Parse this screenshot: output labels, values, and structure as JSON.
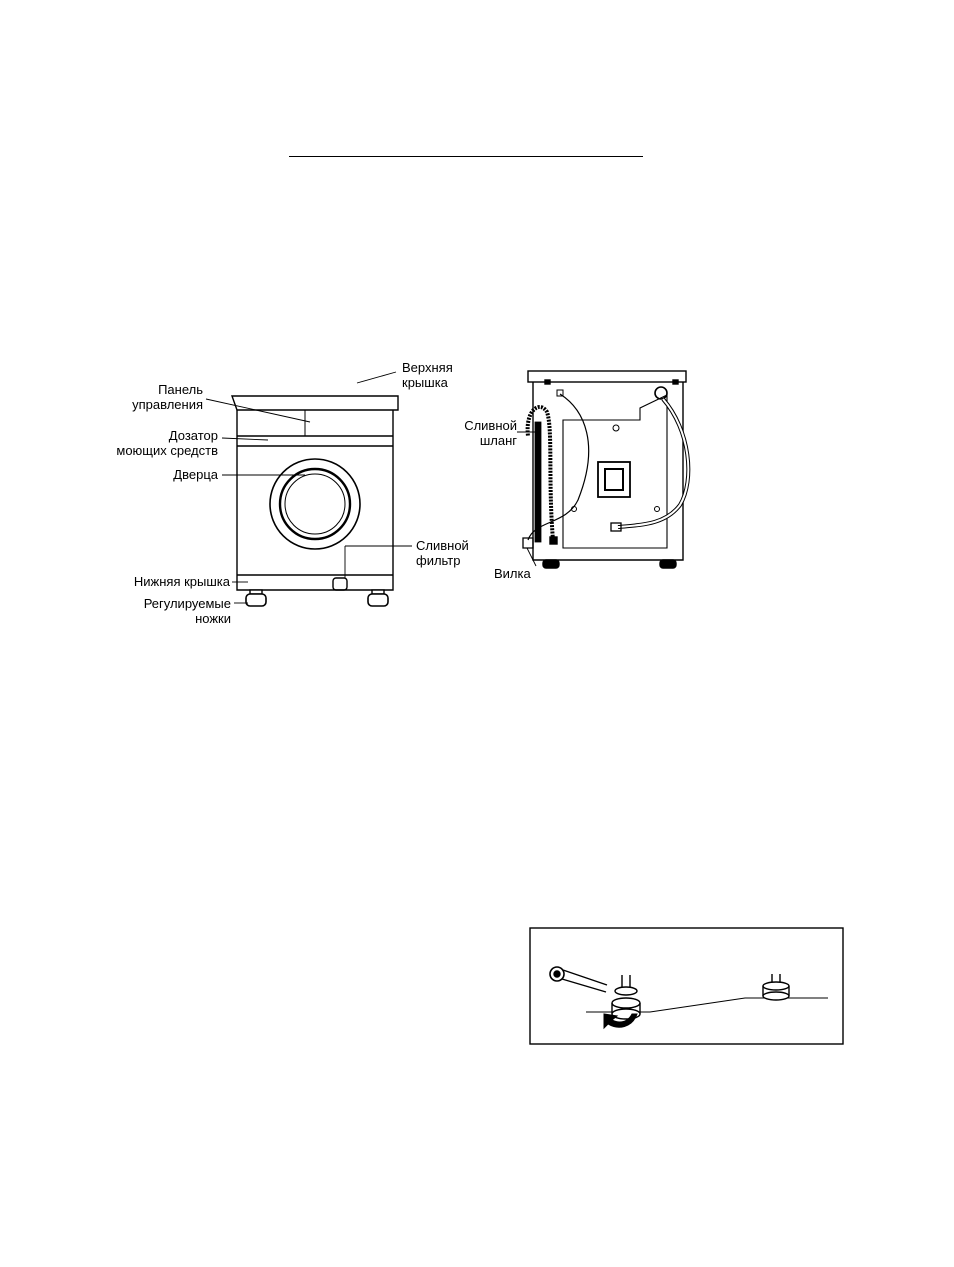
{
  "front_view": {
    "top_cover": [
      "Верхняя",
      "крышка"
    ],
    "control_panel": [
      "Панель",
      "управления"
    ],
    "detergent_dispenser": [
      "Дозатор",
      "моющих средств"
    ],
    "door": "Дверца",
    "drain_filter": [
      "Сливной",
      "фильтр"
    ],
    "bottom_cover": "Нижняя крышка",
    "adjustable_feet": [
      "Регулируемые",
      "ножки"
    ]
  },
  "rear_view": {
    "drain_hose": [
      "Сливной",
      "шланг"
    ],
    "plug": "Вилка"
  }
}
